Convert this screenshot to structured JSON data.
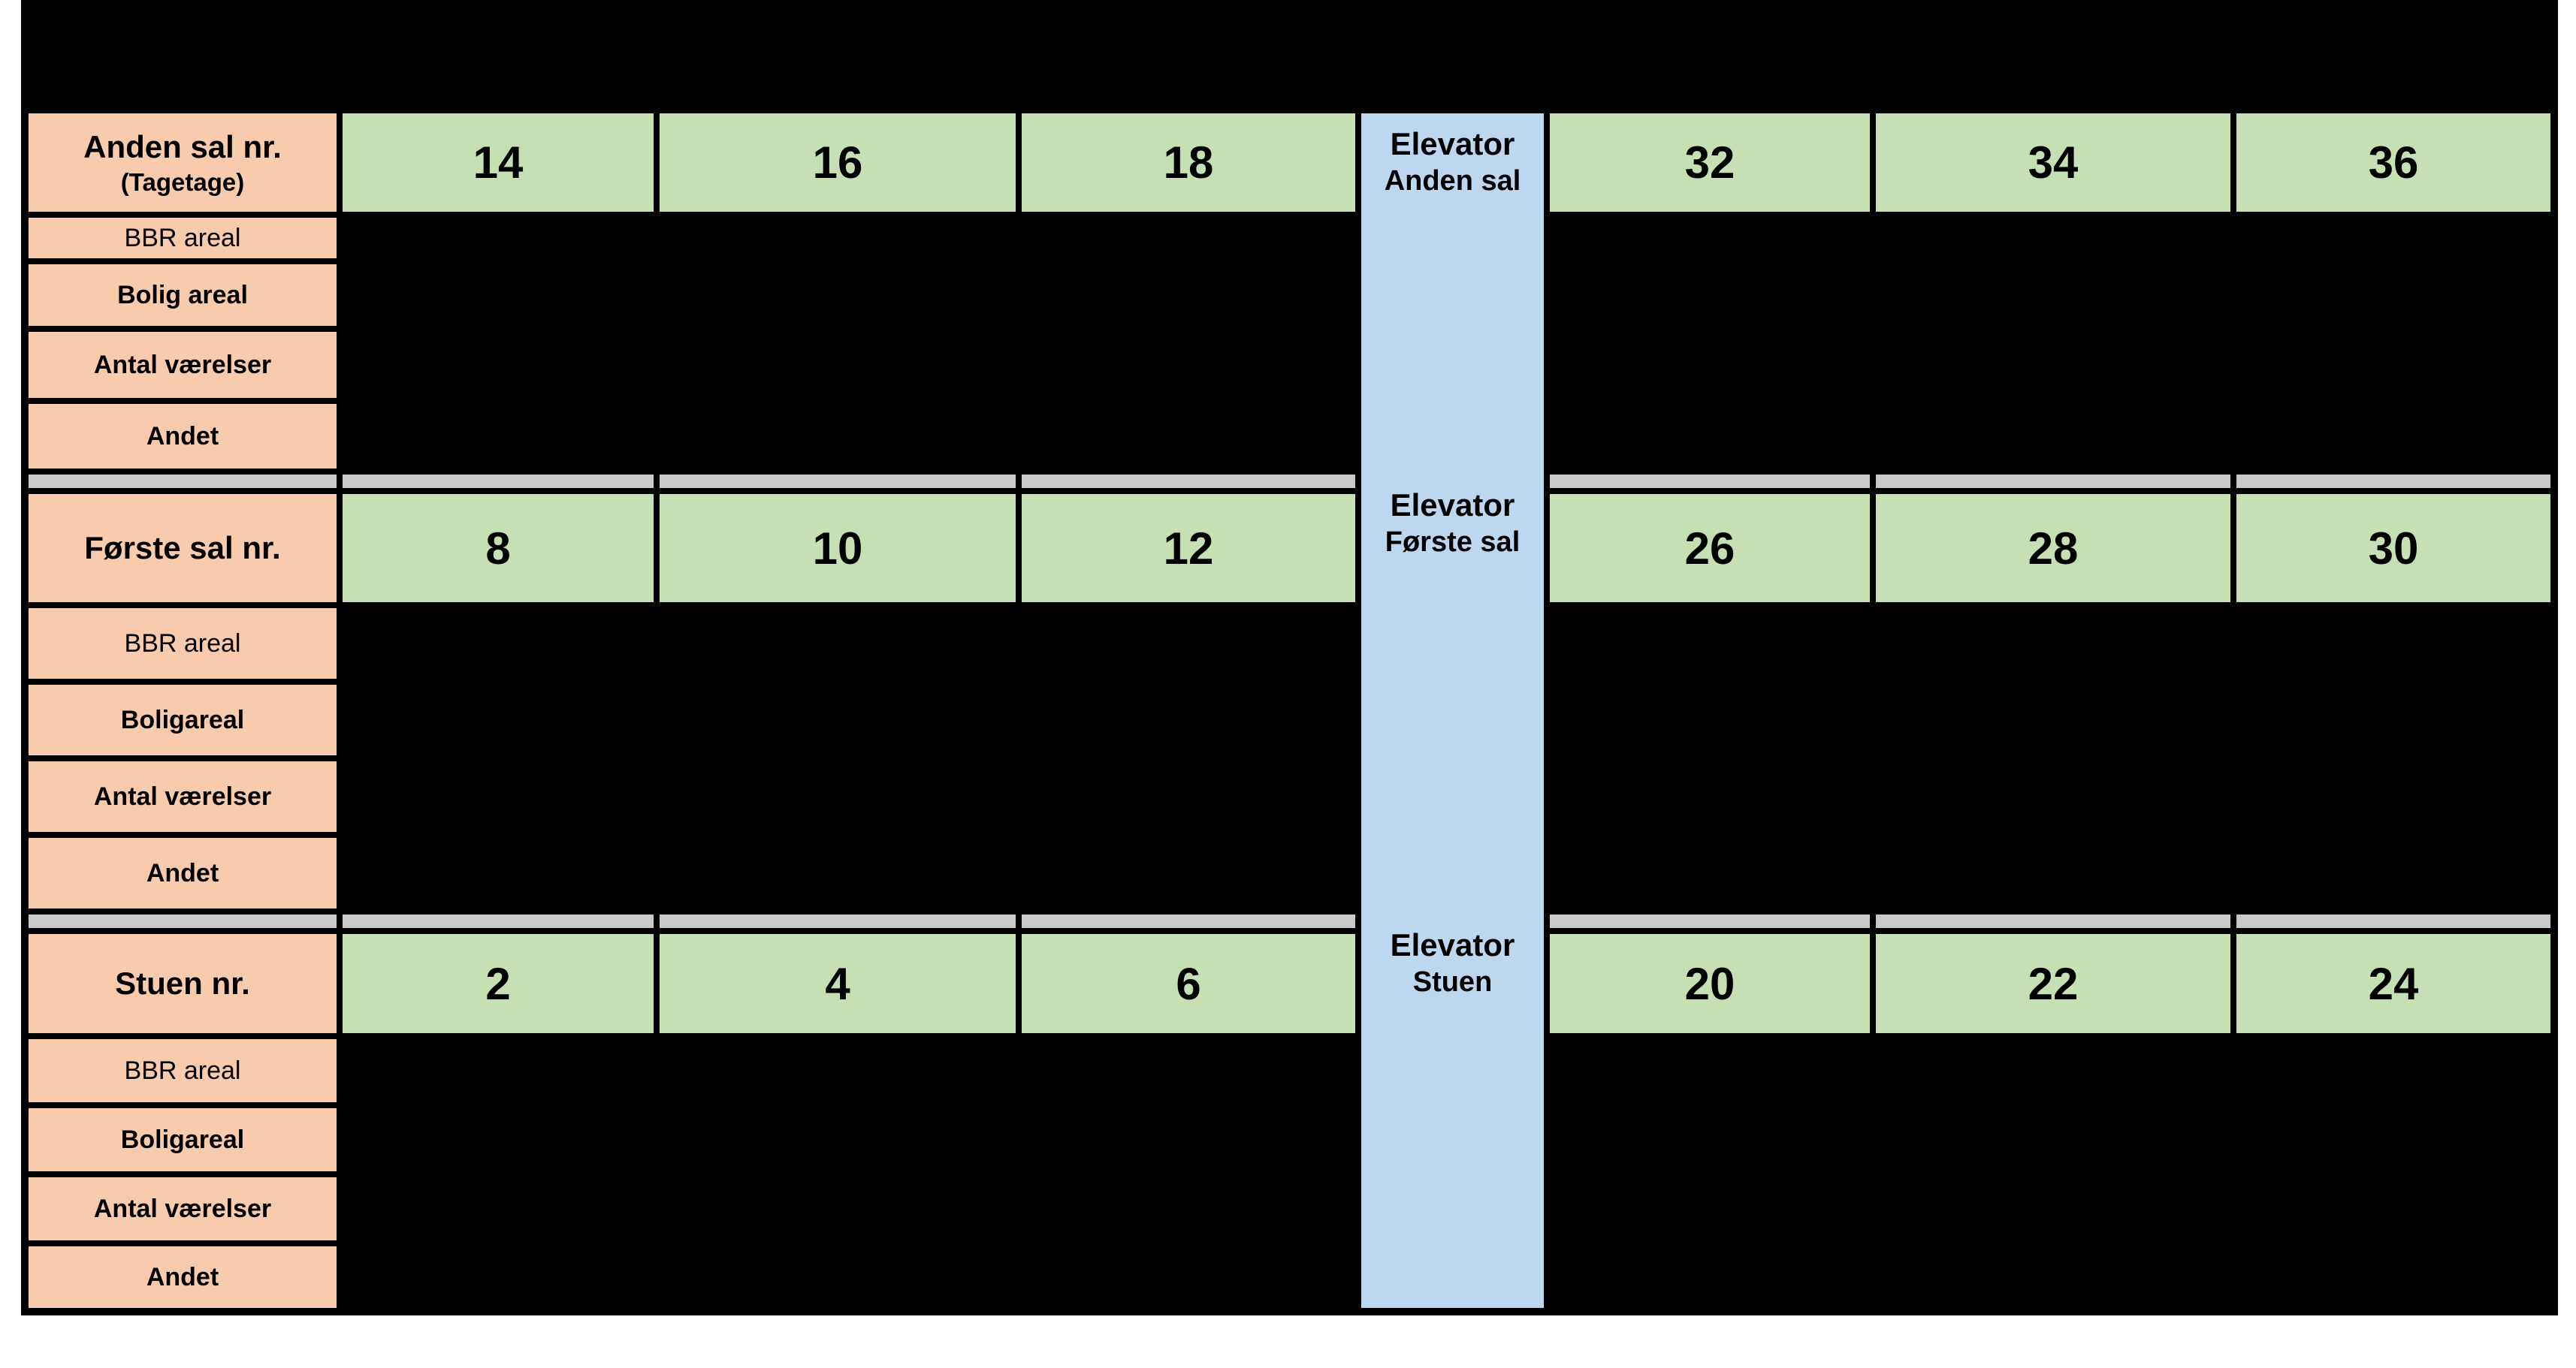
{
  "colors": {
    "page_bg": "#ffffff",
    "band_bg": "#000000",
    "grid": "#000000",
    "label_bg": "#F8CBAD",
    "unit_bg": "#C6E0B4",
    "elevator_bg": "#BDD7EE",
    "separator_bg": "#C9C9C9",
    "data_cell_bg": "#000000"
  },
  "floors": [
    {
      "header": "Anden sal nr.",
      "header_note": "(Tagetage)",
      "rows": [
        "BBR areal",
        "Bolig areal",
        "Antal værelser",
        "Andet"
      ],
      "units_left": [
        "14",
        "16",
        "18"
      ],
      "units_right": [
        "32",
        "34",
        "36"
      ],
      "elevator_title": "Elevator",
      "elevator_floor": "Anden sal"
    },
    {
      "header": "Første sal nr.",
      "header_note": "",
      "rows": [
        "BBR areal",
        "Boligareal",
        "Antal værelser",
        "Andet"
      ],
      "units_left": [
        "8",
        "10",
        "12"
      ],
      "units_right": [
        "26",
        "28",
        "30"
      ],
      "elevator_title": "Elevator",
      "elevator_floor": "Første sal"
    },
    {
      "header": "Stuen nr.",
      "header_note": "",
      "rows": [
        "BBR areal",
        "Boligareal",
        "Antal værelser",
        "Andet"
      ],
      "units_left": [
        "2",
        "4",
        "6"
      ],
      "units_right": [
        "20",
        "22",
        "24"
      ],
      "elevator_title": "Elevator",
      "elevator_floor": "Stuen"
    }
  ]
}
